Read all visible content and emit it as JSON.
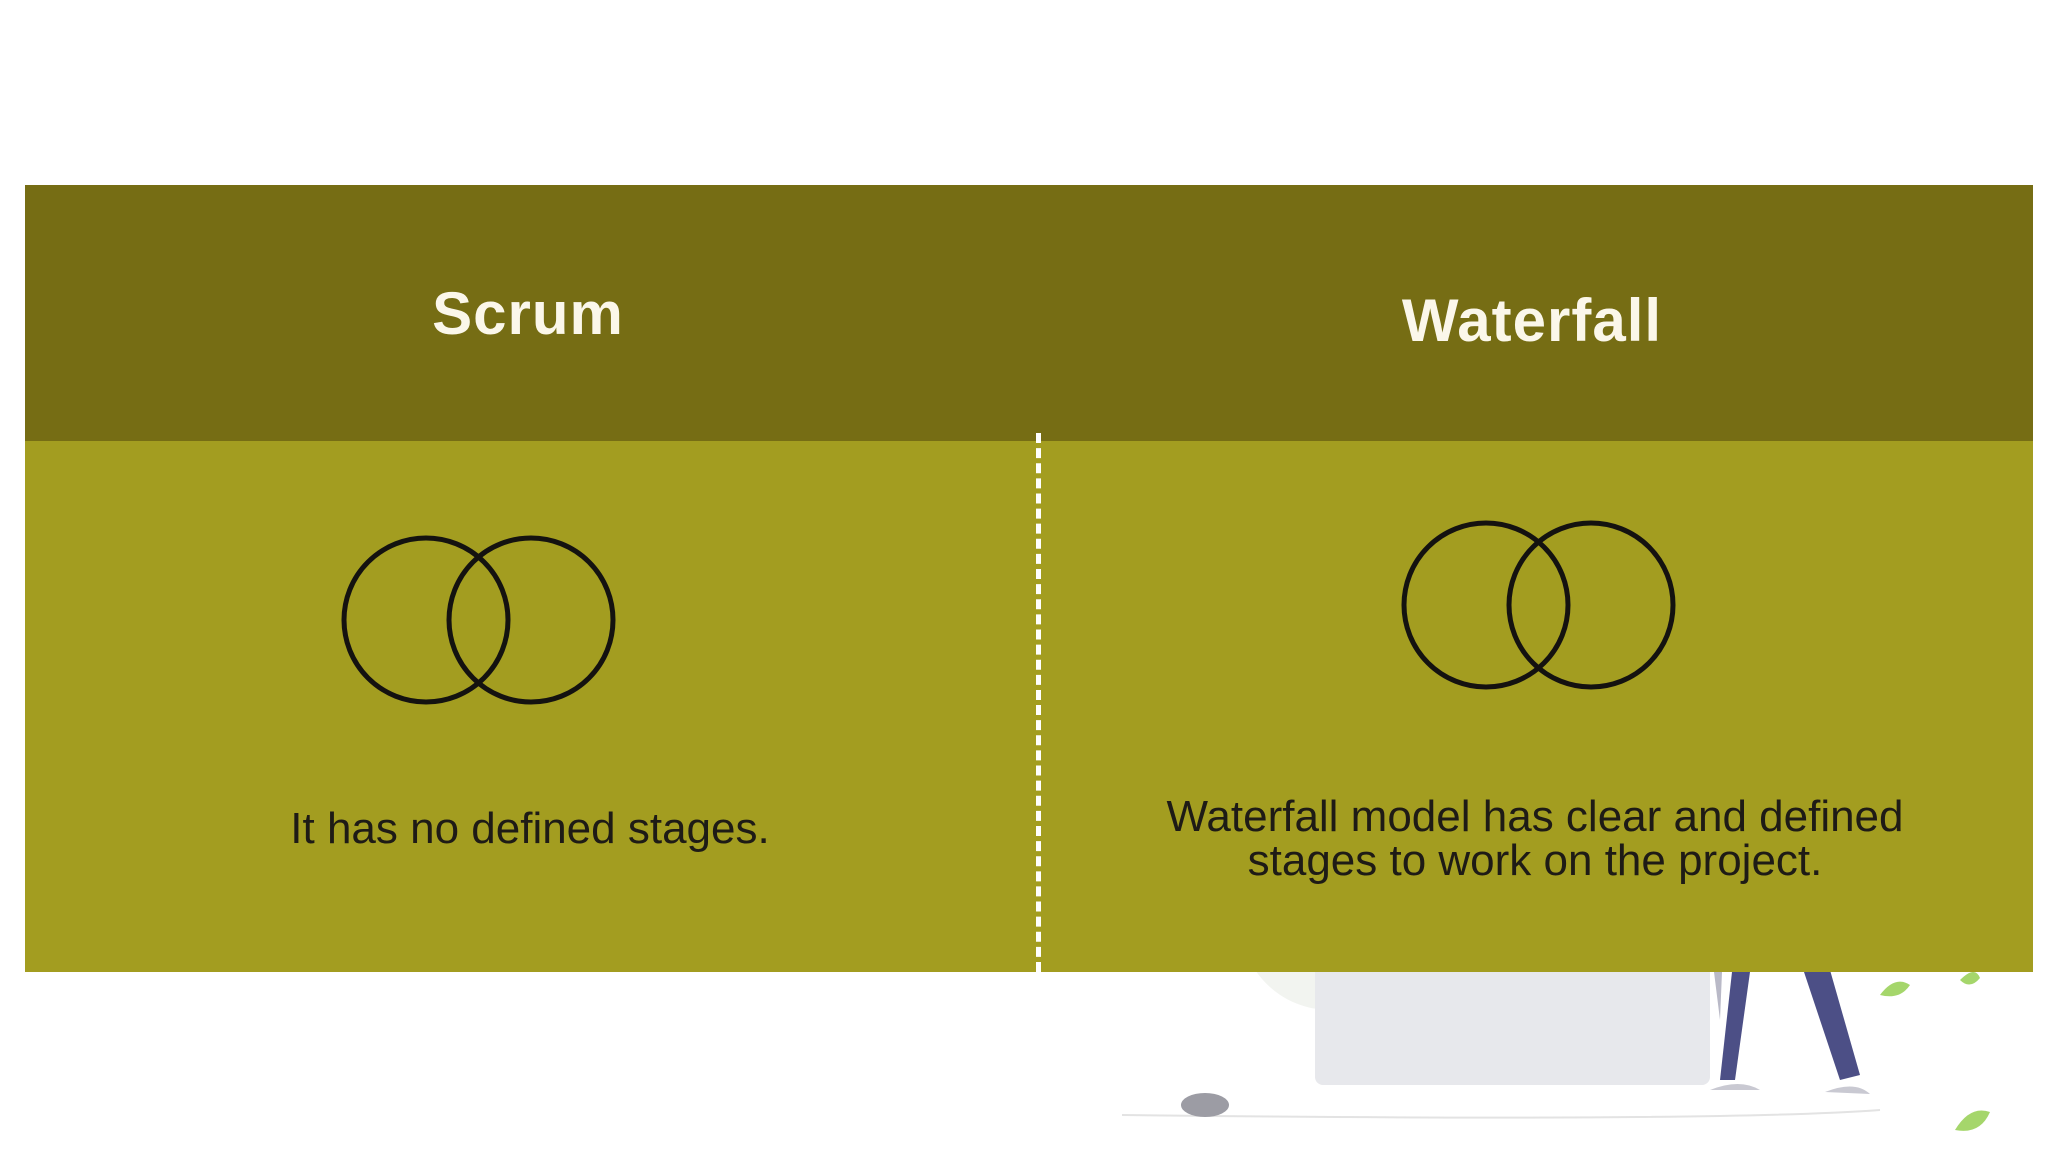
{
  "columns": [
    {
      "title": "Scrum",
      "description": "It has no defined stages.",
      "icon": "overlapping-circles-icon"
    },
    {
      "title": "Waterfall",
      "description": "Waterfall model has clear and defined stages to work on the project.",
      "icon": "overlapping-circles-icon"
    }
  ],
  "colors": {
    "header": "#766d14",
    "body": "#a39d20",
    "title_text": "#fbf7ea",
    "body_text": "#1e1b16",
    "divider": "#ffffff"
  }
}
